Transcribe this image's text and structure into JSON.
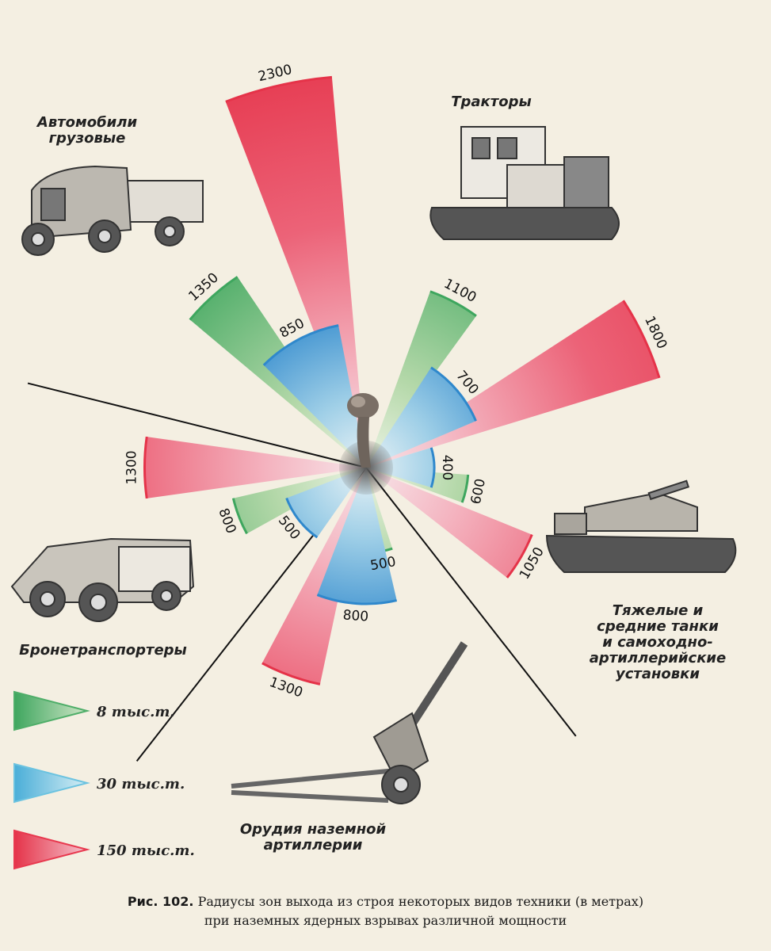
{
  "chart_data": {
    "type": "polar-bar",
    "unit": "м",
    "categories": [
      "Автомобили грузовые",
      "Тракторы",
      "Тяжелые и средние танки и самоходно-артиллерийские установки",
      "Орудия наземной артиллерии",
      "Бронетранспортеры"
    ],
    "category_labels": [
      [
        "Автомобили",
        "грузовые"
      ],
      [
        "Тракторы"
      ],
      [
        "Тяжелые и",
        "средние танки",
        "и самоходно-",
        "артиллерийские",
        "установки"
      ],
      [
        "Орудия наземной",
        "артиллерии"
      ],
      [
        "Бронетранспортеры"
      ]
    ],
    "series": [
      {
        "name": "8 тыс.т.",
        "values": [
          1350,
          1100,
          600,
          500,
          800
        ]
      },
      {
        "name": "30 тыс.т.",
        "values": [
          850,
          700,
          400,
          800,
          500
        ]
      },
      {
        "name": "150 тыс.т.",
        "values": [
          2300,
          1800,
          1050,
          1300,
          1300
        ]
      }
    ],
    "series_colors": {
      "green": "#4fae69",
      "blue": "#3a93d2",
      "red": "#e8394f"
    }
  },
  "legend": [
    {
      "value": "8",
      "unit": "тыс.т.",
      "color": "#4fae69"
    },
    {
      "value": "30",
      "unit": "тыс.т.",
      "color": "#6cc3e0"
    },
    {
      "value": "150",
      "unit": "тыс.т.",
      "color": "#e8394f"
    }
  ],
  "caption": {
    "fig": "Рис. 102.",
    "line1": "Радиусы зон выхода из строя некоторых видов техники (в метрах)",
    "line2": "при наземных ядерных взрывах различной мощности"
  }
}
